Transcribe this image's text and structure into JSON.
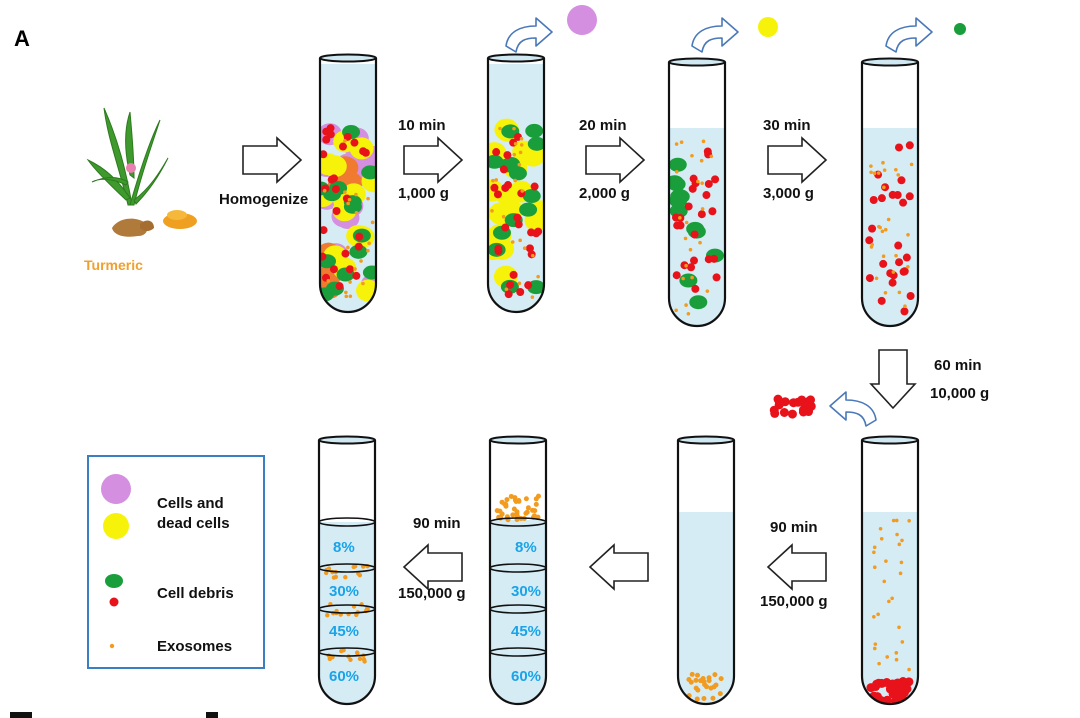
{
  "panel_label": "A",
  "source": {
    "label": "Turmeric"
  },
  "steps": [
    {
      "time": "",
      "force": "",
      "label": "Homogenize"
    },
    {
      "time": "10 min",
      "force": "1,000 g"
    },
    {
      "time": "20 min",
      "force": "2,000 g"
    },
    {
      "time": "30 min",
      "force": "3,000 g"
    },
    {
      "time": "60 min",
      "force": "10,000 g"
    },
    {
      "time": "90 min",
      "force": "150,000 g"
    },
    {
      "time": "90 min",
      "force": "150,000 g"
    }
  ],
  "gradient": [
    "8%",
    "30%",
    "45%",
    "60%"
  ],
  "legend": {
    "cells": "Cells and dead cells",
    "cells_line1": "Cells and",
    "cells_line2": "dead cells",
    "debris": "Cell debris",
    "exosomes": "Exosomes"
  },
  "colors": {
    "cells_purple": "#d58fe0",
    "cells_yellow": "#f7f20a",
    "debris_green": "#1a9e3c",
    "debris_red": "#e8121a",
    "exosome_orange": "#f29b1e",
    "liquid": "#d5ecf5",
    "percent_text": "#1aa3e8",
    "legend_border": "#3a7fc1",
    "turmeric_label": "#f0a030"
  }
}
